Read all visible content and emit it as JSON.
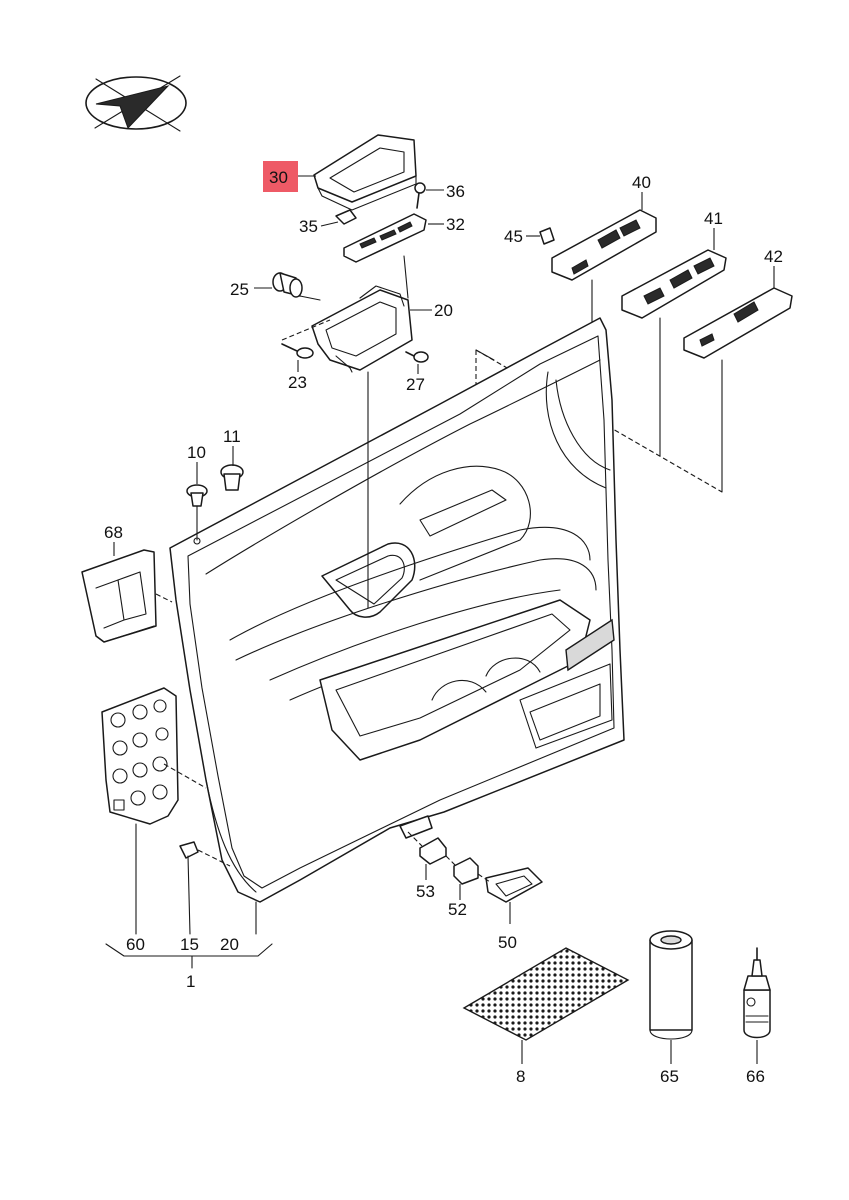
{
  "diagram": {
    "highlight_color": "#ee5a66",
    "line_color": "#1a1a1a",
    "callouts": {
      "c30": "30",
      "c36": "36",
      "c35": "35",
      "c32": "32",
      "c25": "25",
      "c20_top": "20",
      "c23": "23",
      "c27": "27",
      "c40": "40",
      "c41": "41",
      "c42": "42",
      "c45": "45",
      "c10": "10",
      "c11": "11",
      "c68": "68",
      "c60": "60",
      "c15": "15",
      "c20_bottom": "20",
      "c1": "1",
      "c53": "53",
      "c52": "52",
      "c50": "50",
      "c8": "8",
      "c65": "65",
      "c66": "66"
    },
    "highlighted_callout": "30"
  }
}
